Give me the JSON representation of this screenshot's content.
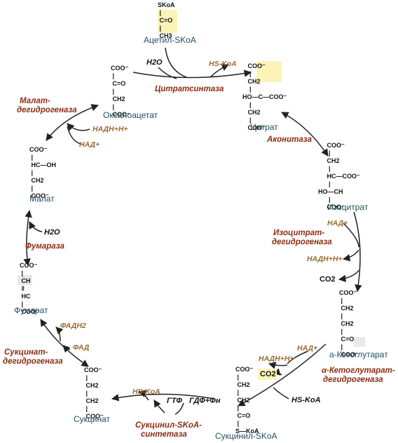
{
  "metabolites": {
    "acetyl_scoa": "Ацетил-SKoA",
    "oxaloacetate": "Оксалоацетат",
    "citrate": "Цитрат",
    "isocitrate": "Изоцитрат",
    "a_ketoglutarate": "a-Кетоглутарат",
    "succinyl_scoa": "Сукцинил-SKoA",
    "succinate": "Сукцинат",
    "fumarate": "Фумарат",
    "malate": "Малат"
  },
  "enzymes": {
    "citrate_synthase": "Цитратсинтаза",
    "aconitase": "Аконитаза",
    "isocitrate_dh_1": "Изоцитрат-",
    "isocitrate_dh_2": "дегидрогеназа",
    "akg_dh_1": "α-Кетоглутарат-",
    "akg_dh_2": "дегидрогеназа",
    "succinyl_synthetase_1": "Сукцинил-SKoA-",
    "succinyl_synthetase_2": "синтетаза",
    "succinate_dh_1": "Сукцинат-",
    "succinate_dh_2": "дегидрогеназа",
    "fumarase": "Фумараза",
    "malate_dh_1": "Малат-",
    "malate_dh_2": "дегидрогеназа"
  },
  "cofactors": {
    "h2o_top": "H2O",
    "hs_koa_top": "HS-KoA",
    "nad_isocitrate": "НАД+",
    "nadh_isocitrate": "НАДН+Н+",
    "co2_isocitrate": "CO2",
    "nad_akg": "НАД+",
    "nadh_akg": "НАДН+Н+",
    "co2_akg": "CO2",
    "hs_koa_akg": "HS-KoA",
    "hs_koa_succ": "HS-KoA",
    "gtp": "ГТФ",
    "gdp_pn": "ГДФ+Фн",
    "fadh2": "ФАДН2",
    "fad": "ФАД",
    "h2o_fum": "H2O",
    "nadh_malate": "НАДН+Н+",
    "nad_malate": "НАД+"
  },
  "structures": {
    "acetyl": "SKoA\n |\n C=O\n |\n CH3",
    "oxaloacetate": "COO⁻\n |\n C=O\n |\n CH2\n |\n COO⁻",
    "citrate": "   COO⁻\n    |\n   CH2\n    |\nHO—C—COO⁻\n    |\n   CH2\n    |\n   COO⁻",
    "isocitrate": "     COO⁻\n      |\n     CH2\n      |\n     HC—COO⁻\n      |\nHO—CH\n      |\n     COO⁻",
    "akg": "COO⁻\n |\n CH2\n |\n CH2\n |\n C=O\n |\n COO⁻",
    "succinyl": "COO⁻\n |\n CH2\n |\n CH2\n |\n C=O\n |\nS—KoA",
    "succinate": "COO⁻\n |\n CH2\n |\n CH2\n |\n COO⁻",
    "fumarate": "COO⁻\n |\n CH\n ‖\n HC\n |\n COO⁻",
    "malate": "COO⁻\n |\n HC—OH\n |\n CH2\n |\n COO⁻"
  },
  "colors": {
    "metabolite": "#1f4f5a",
    "enzyme": "#8b2e12",
    "cofactor": "#9a6a2e",
    "highlight": "#fbf4b8",
    "arrow": "#222222"
  }
}
